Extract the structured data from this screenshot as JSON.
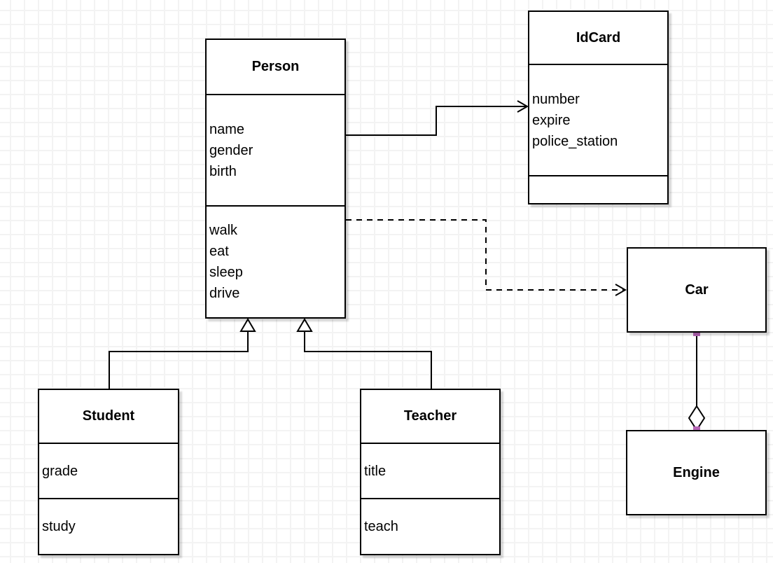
{
  "classes": {
    "person": {
      "title": "Person",
      "attributes": [
        "name",
        "gender",
        "birth"
      ],
      "methods": [
        "walk",
        "eat",
        "sleep",
        "drive"
      ]
    },
    "idcard": {
      "title": "IdCard",
      "attributes": [
        "number",
        "expire",
        "police_station"
      ],
      "methods": []
    },
    "car": {
      "title": "Car",
      "attributes": [],
      "methods": []
    },
    "engine": {
      "title": "Engine",
      "attributes": [],
      "methods": []
    },
    "student": {
      "title": "Student",
      "attributes": [
        "grade"
      ],
      "methods": [
        "study"
      ]
    },
    "teacher": {
      "title": "Teacher",
      "attributes": [
        "title"
      ],
      "methods": [
        "teach"
      ]
    }
  },
  "relationships": [
    {
      "from": "Person",
      "to": "IdCard",
      "type": "association",
      "line": "solid",
      "arrowhead": "open"
    },
    {
      "from": "Person",
      "to": "Car",
      "type": "dependency",
      "line": "dashed",
      "arrowhead": "open"
    },
    {
      "from": "Student",
      "to": "Person",
      "type": "generalization",
      "line": "solid",
      "arrowhead": "hollow-triangle"
    },
    {
      "from": "Teacher",
      "to": "Person",
      "type": "generalization",
      "line": "solid",
      "arrowhead": "hollow-triangle"
    },
    {
      "from": "Car",
      "to": "Engine",
      "type": "aggregation",
      "line": "solid",
      "arrowhead": "hollow-diamond"
    }
  ],
  "colors": {
    "box_border": "#000000",
    "box_fill": "#ffffff",
    "text": "#000000",
    "connection_point": "#b665b6",
    "grid_line": "#f3f3f3",
    "canvas_background": "#ffffff"
  }
}
